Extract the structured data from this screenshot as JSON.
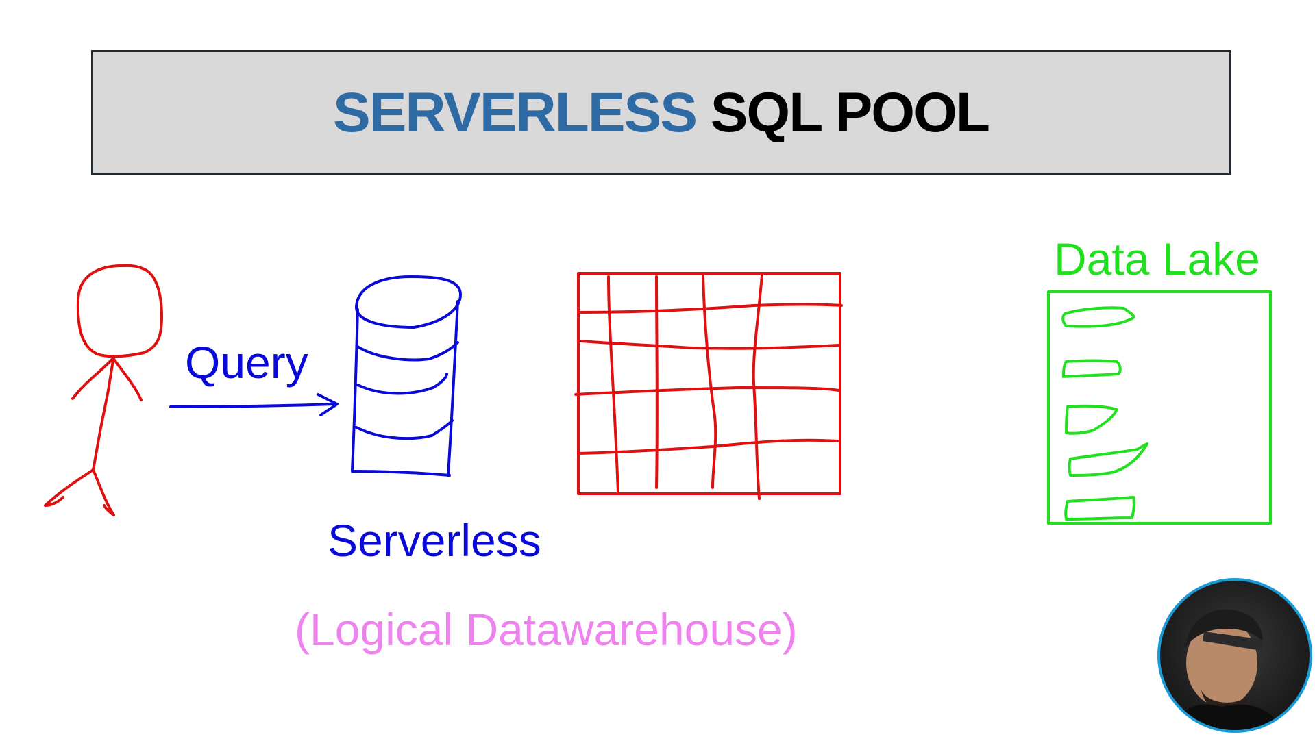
{
  "title": {
    "accent": "SERVERLESS",
    "main": "SQL POOL"
  },
  "labels": {
    "query": "Query",
    "serverless": "Serverless",
    "logical": "(Logical Datawarehouse)",
    "data_lake": "Data Lake"
  },
  "colors": {
    "title_accent": "#2e6aa3",
    "title_box": "#d9d9d9",
    "person": "#e01010",
    "database": "#0a0ad8",
    "grid": "#e01010",
    "data_lake": "#20e020",
    "logical": "#ee82ee",
    "avatar_ring": "#1a9ad6"
  },
  "icons": [
    "stick-figure",
    "arrow-right-icon",
    "database-icon",
    "table-grid",
    "file-icon",
    "webcam-avatar"
  ]
}
